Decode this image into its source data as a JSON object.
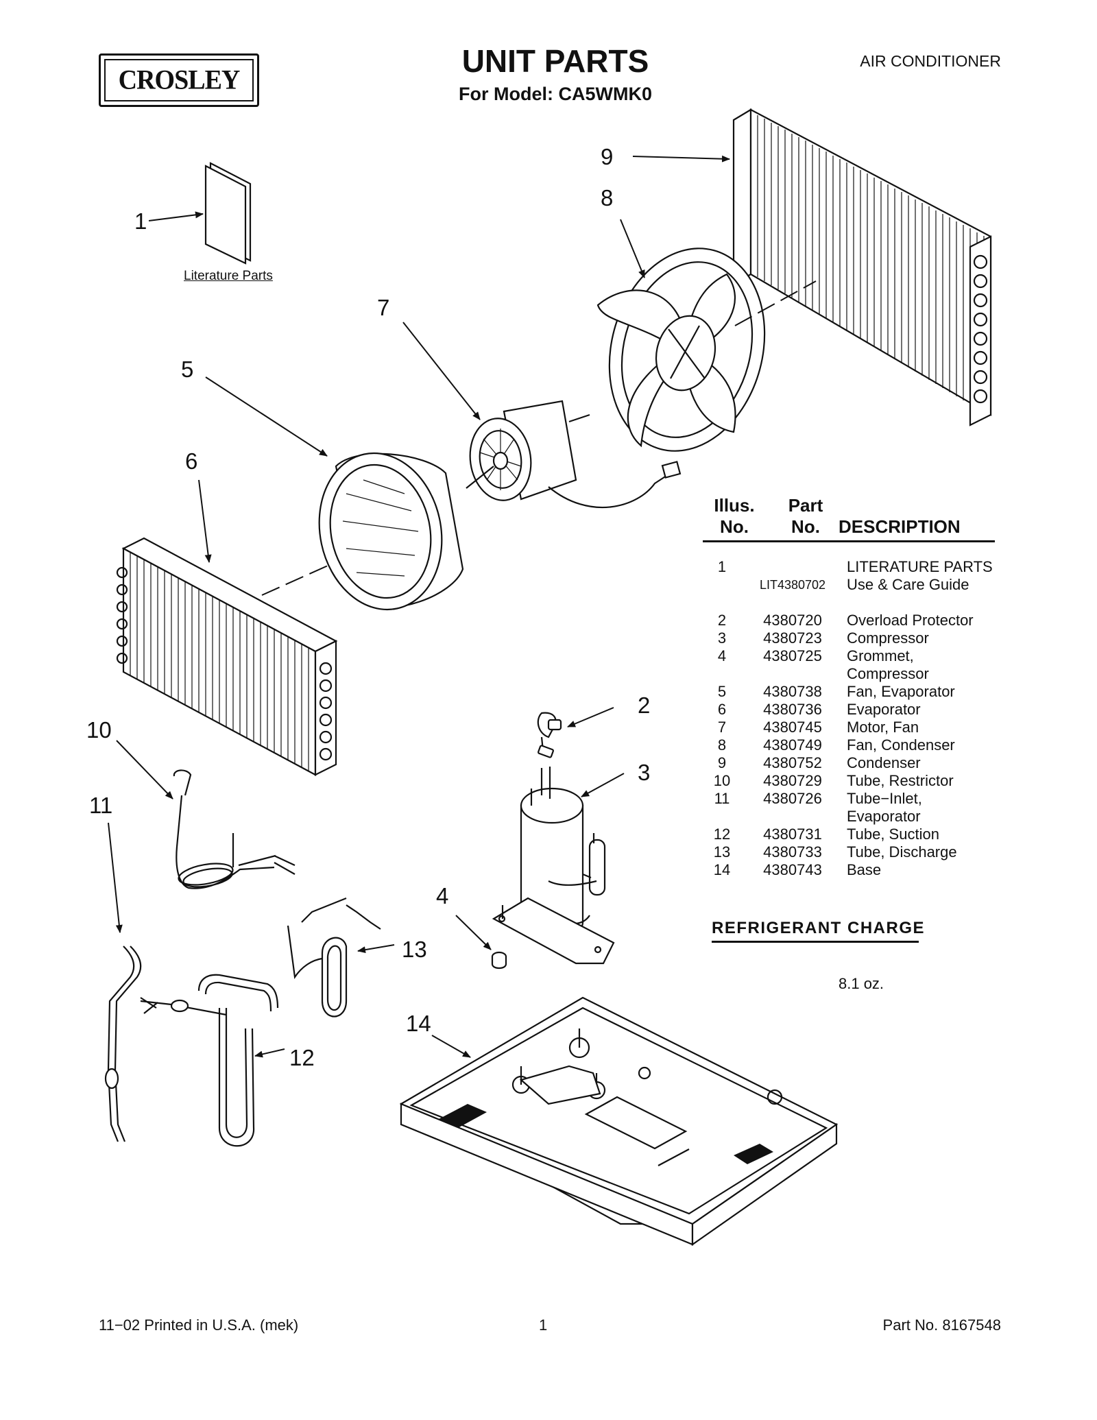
{
  "header": {
    "brand": "CROSLEY",
    "title": "UNIT PARTS",
    "subtitle": "For Model: CA5WMK0",
    "category": "AIR CONDITIONER"
  },
  "diagram": {
    "literature_label": "Literature Parts",
    "callouts": [
      "1",
      "2",
      "3",
      "4",
      "5",
      "6",
      "7",
      "8",
      "9",
      "10",
      "11",
      "12",
      "13",
      "14"
    ]
  },
  "table": {
    "headers": {
      "illus_line1": "Illus.",
      "illus_line2": "No.",
      "part_line1": "Part",
      "part_line2": "No.",
      "description": "DESCRIPTION"
    },
    "rows": [
      {
        "illus": "1",
        "part": "",
        "desc": "LITERATURE PARTS"
      },
      {
        "illus": "",
        "part": "LIT4380702",
        "desc": "Use & Care Guide"
      },
      {
        "illus": "2",
        "part": "4380720",
        "desc": "Overload Protector"
      },
      {
        "illus": "3",
        "part": "4380723",
        "desc": "Compressor"
      },
      {
        "illus": "4",
        "part": "4380725",
        "desc": "Grommet,"
      },
      {
        "illus": "",
        "part": "",
        "desc": "Compressor"
      },
      {
        "illus": "5",
        "part": "4380738",
        "desc": "Fan, Evaporator"
      },
      {
        "illus": "6",
        "part": "4380736",
        "desc": "Evaporator"
      },
      {
        "illus": "7",
        "part": "4380745",
        "desc": "Motor, Fan"
      },
      {
        "illus": "8",
        "part": "4380749",
        "desc": "Fan, Condenser"
      },
      {
        "illus": "9",
        "part": "4380752",
        "desc": "Condenser"
      },
      {
        "illus": "10",
        "part": "4380729",
        "desc": "Tube, Restrictor"
      },
      {
        "illus": "11",
        "part": "4380726",
        "desc": "Tube−Inlet,"
      },
      {
        "illus": "",
        "part": "",
        "desc": "Evaporator"
      },
      {
        "illus": "12",
        "part": "4380731",
        "desc": "Tube, Suction"
      },
      {
        "illus": "13",
        "part": "4380733",
        "desc": "Tube, Discharge"
      },
      {
        "illus": "14",
        "part": "4380743",
        "desc": "Base"
      }
    ]
  },
  "refrigerant": {
    "title": "REFRIGERANT CHARGE",
    "value": "8.1 oz."
  },
  "footer": {
    "left": "11−02 Printed in U.S.A. (mek)",
    "center": "1",
    "right": "Part No. 8167548"
  }
}
